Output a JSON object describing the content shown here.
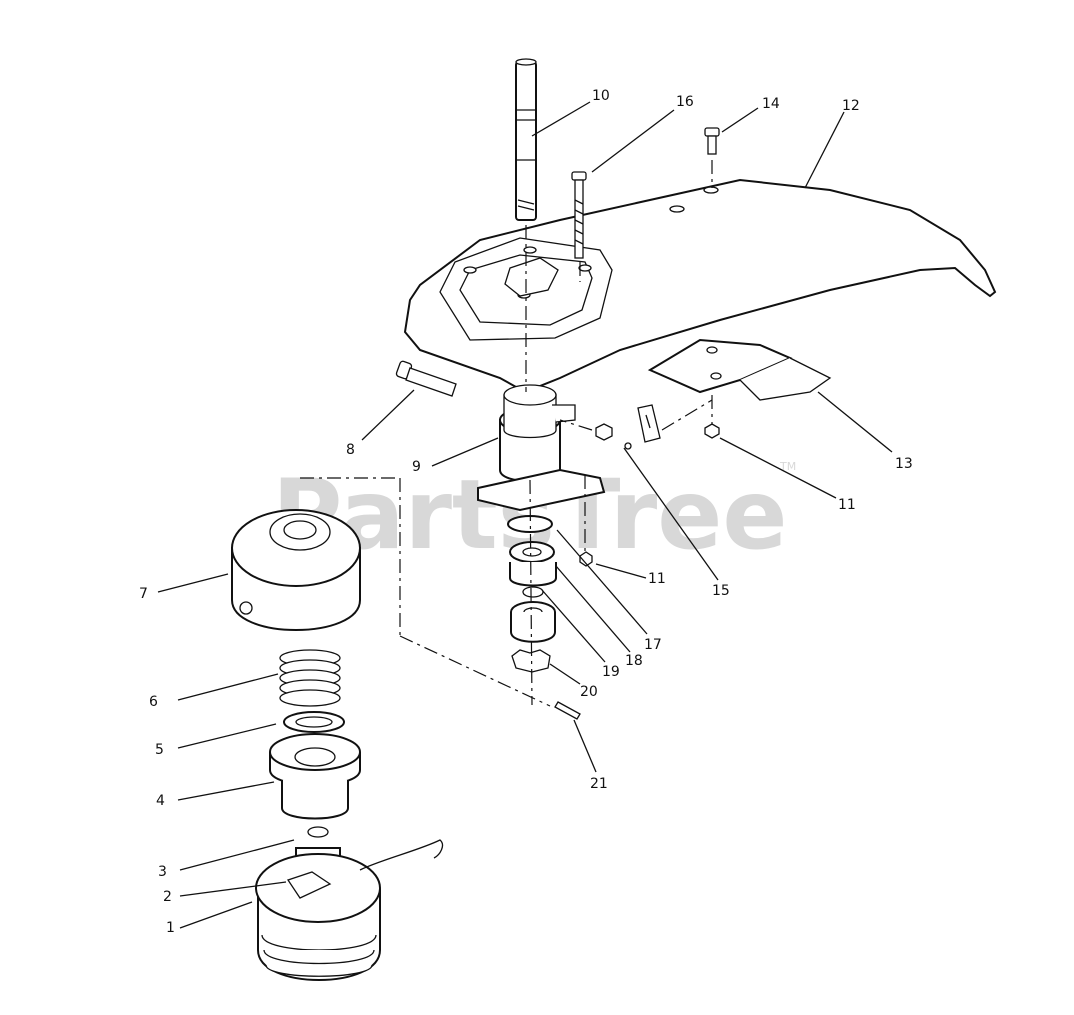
{
  "watermark": {
    "text": "PartsTree",
    "trademark": "TM"
  },
  "callouts": [
    {
      "id": "1",
      "label": "1"
    },
    {
      "id": "2",
      "label": "2"
    },
    {
      "id": "3",
      "label": "3"
    },
    {
      "id": "4",
      "label": "4"
    },
    {
      "id": "5",
      "label": "5"
    },
    {
      "id": "6",
      "label": "6"
    },
    {
      "id": "7",
      "label": "7"
    },
    {
      "id": "8",
      "label": "8"
    },
    {
      "id": "9",
      "label": "9"
    },
    {
      "id": "10",
      "label": "10"
    },
    {
      "id": "11a",
      "label": "11"
    },
    {
      "id": "11b",
      "label": "11"
    },
    {
      "id": "12",
      "label": "12"
    },
    {
      "id": "13",
      "label": "13"
    },
    {
      "id": "14",
      "label": "14"
    },
    {
      "id": "15",
      "label": "15"
    },
    {
      "id": "16",
      "label": "16"
    },
    {
      "id": "17",
      "label": "17"
    },
    {
      "id": "18",
      "label": "18"
    },
    {
      "id": "19",
      "label": "19"
    },
    {
      "id": "20",
      "label": "20"
    },
    {
      "id": "21",
      "label": "21"
    }
  ]
}
